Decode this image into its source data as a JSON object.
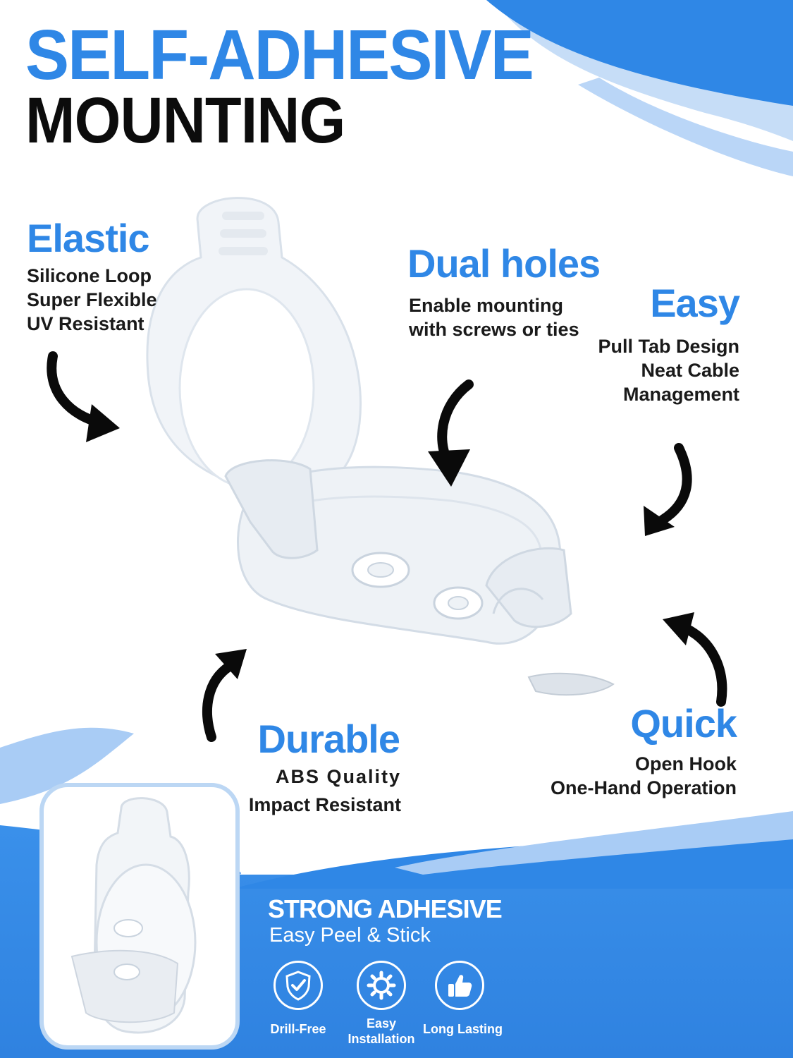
{
  "colors": {
    "accent_blue": "#2f87e6",
    "light_blue": "#a9ccf5",
    "dark_text": "#1a1a1a",
    "white": "#ffffff"
  },
  "header": {
    "title_line1": "SELF-ADHESIVE",
    "title_line2": "MOUNTING"
  },
  "features": {
    "elastic": {
      "title": "Elastic",
      "lines": [
        "Silicone Loop",
        "Super Flexible",
        "UV Resistant"
      ]
    },
    "dual_holes": {
      "title": "Dual holes",
      "lines": [
        "Enable mounting",
        "with screws or ties"
      ]
    },
    "easy": {
      "title": "Easy",
      "lines": [
        "Pull Tab Design",
        "Neat Cable",
        "Management"
      ]
    },
    "durable": {
      "title": "Durable",
      "lines": [
        "ABS Quality",
        "Impact Resistant"
      ]
    },
    "quick": {
      "title": "Quick",
      "lines": [
        "Open Hook",
        "One-Hand Operation"
      ]
    }
  },
  "adhesive": {
    "title": "STRONG ADHESIVE",
    "subtitle": "Easy Peel & Stick",
    "badges": [
      {
        "icon": "shield-check-icon",
        "label": "Drill-Free"
      },
      {
        "icon": "gear-tools-icon",
        "label": "Easy\nInstallation"
      },
      {
        "icon": "thumbs-up-icon",
        "label": "Long Lasting"
      }
    ]
  }
}
